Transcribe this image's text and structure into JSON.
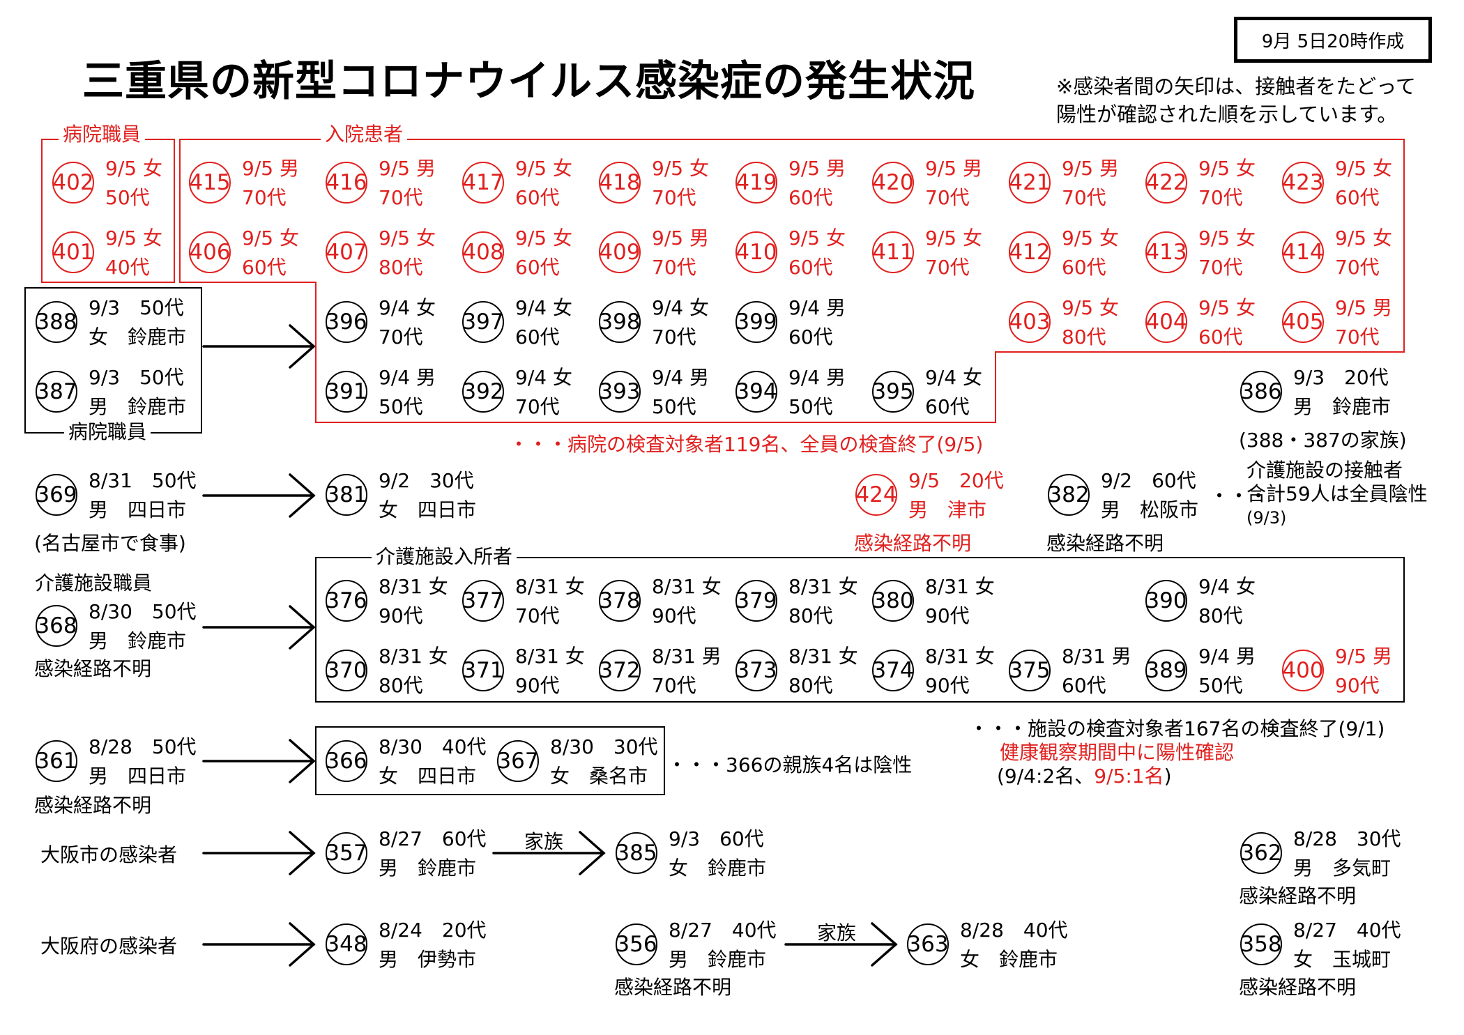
{
  "header": {
    "title": "三重県の新型コロナウイルス感染症の発生状況",
    "date_label": "9月 5日20時作成",
    "note_line1": "※感染者間の矢印は、接触者をたどって",
    "note_line2": "陽性が確認された順を示しています。"
  },
  "colors": {
    "red": "#e0201e",
    "black": "#000000"
  },
  "groups": {
    "hospital_staff_red": "病院職員",
    "inpatients": "入院患者",
    "hospital_staff": "病院職員",
    "care_residents": "介護施設入所者"
  },
  "cases": {
    "c402": {
      "id": "402",
      "l1": "9/5 女",
      "l2": "50代",
      "red": true
    },
    "c401": {
      "id": "401",
      "l1": "9/5 女",
      "l2": "40代",
      "red": true
    },
    "c415": {
      "id": "415",
      "l1": "9/5 男",
      "l2": "70代",
      "red": true
    },
    "c416": {
      "id": "416",
      "l1": "9/5 男",
      "l2": "70代",
      "red": true
    },
    "c417": {
      "id": "417",
      "l1": "9/5 女",
      "l2": "60代",
      "red": true
    },
    "c418": {
      "id": "418",
      "l1": "9/5 女",
      "l2": "70代",
      "red": true
    },
    "c419": {
      "id": "419",
      "l1": "9/5 男",
      "l2": "60代",
      "red": true
    },
    "c420": {
      "id": "420",
      "l1": "9/5 男",
      "l2": "70代",
      "red": true
    },
    "c421": {
      "id": "421",
      "l1": "9/5 男",
      "l2": "70代",
      "red": true
    },
    "c422": {
      "id": "422",
      "l1": "9/5 女",
      "l2": "70代",
      "red": true
    },
    "c423": {
      "id": "423",
      "l1": "9/5 女",
      "l2": "60代",
      "red": true
    },
    "c406": {
      "id": "406",
      "l1": "9/5 女",
      "l2": "60代",
      "red": true
    },
    "c407": {
      "id": "407",
      "l1": "9/5 女",
      "l2": "80代",
      "red": true
    },
    "c408": {
      "id": "408",
      "l1": "9/5 女",
      "l2": "60代",
      "red": true
    },
    "c409": {
      "id": "409",
      "l1": "9/5 男",
      "l2": "70代",
      "red": true
    },
    "c410": {
      "id": "410",
      "l1": "9/5 女",
      "l2": "60代",
      "red": true
    },
    "c411": {
      "id": "411",
      "l1": "9/5 女",
      "l2": "70代",
      "red": true
    },
    "c412": {
      "id": "412",
      "l1": "9/5 女",
      "l2": "60代",
      "red": true
    },
    "c413": {
      "id": "413",
      "l1": "9/5 女",
      "l2": "70代",
      "red": true
    },
    "c414": {
      "id": "414",
      "l1": "9/5 女",
      "l2": "70代",
      "red": true
    },
    "c388": {
      "id": "388",
      "l1": "9/3　50代",
      "l2": "女　鈴鹿市",
      "red": false
    },
    "c387": {
      "id": "387",
      "l1": "9/3　50代",
      "l2": "男　鈴鹿市",
      "red": false
    },
    "c396": {
      "id": "396",
      "l1": "9/4 女",
      "l2": "70代",
      "red": false
    },
    "c397": {
      "id": "397",
      "l1": "9/4 女",
      "l2": "60代",
      "red": false
    },
    "c398": {
      "id": "398",
      "l1": "9/4 女",
      "l2": "70代",
      "red": false
    },
    "c399": {
      "id": "399",
      "l1": "9/4 男",
      "l2": "60代",
      "red": false
    },
    "c403": {
      "id": "403",
      "l1": "9/5 女",
      "l2": "80代",
      "red": true
    },
    "c404": {
      "id": "404",
      "l1": "9/5 女",
      "l2": "60代",
      "red": true
    },
    "c405": {
      "id": "405",
      "l1": "9/5 男",
      "l2": "70代",
      "red": true
    },
    "c391": {
      "id": "391",
      "l1": "9/4 男",
      "l2": "50代",
      "red": false
    },
    "c392": {
      "id": "392",
      "l1": "9/4 女",
      "l2": "70代",
      "red": false
    },
    "c393": {
      "id": "393",
      "l1": "9/4 男",
      "l2": "50代",
      "red": false
    },
    "c394": {
      "id": "394",
      "l1": "9/4 男",
      "l2": "50代",
      "red": false
    },
    "c395": {
      "id": "395",
      "l1": "9/4 女",
      "l2": "60代",
      "red": false
    },
    "c386": {
      "id": "386",
      "l1": "9/3　20代",
      "l2": "男　鈴鹿市",
      "l3": "(388・387の家族)",
      "red": false
    },
    "c369": {
      "id": "369",
      "l1": "8/31　50代",
      "l2": "男　四日市",
      "l3": "(名古屋市で食事)",
      "red": false
    },
    "c381": {
      "id": "381",
      "l1": "9/2　30代",
      "l2": "女　四日市",
      "red": false
    },
    "c424": {
      "id": "424",
      "l1": "9/5　20代",
      "l2": "男　津市",
      "l3": "感染経路不明",
      "red": true
    },
    "c382": {
      "id": "382",
      "l1": "9/2　60代",
      "l2": "男　松阪市",
      "l3": "感染経路不明",
      "red": false
    },
    "c368": {
      "id": "368",
      "l1": "8/30　50代",
      "l2": "男　鈴鹿市",
      "l3": "感染経路不明",
      "red": false
    },
    "c376": {
      "id": "376",
      "l1": "8/31 女",
      "l2": "90代",
      "red": false
    },
    "c377": {
      "id": "377",
      "l1": "8/31 女",
      "l2": "70代",
      "red": false
    },
    "c378": {
      "id": "378",
      "l1": "8/31 女",
      "l2": "90代",
      "red": false
    },
    "c379": {
      "id": "379",
      "l1": "8/31 女",
      "l2": "80代",
      "red": false
    },
    "c380": {
      "id": "380",
      "l1": "8/31 女",
      "l2": "90代",
      "red": false
    },
    "c390": {
      "id": "390",
      "l1": "9/4 女",
      "l2": "80代",
      "red": false
    },
    "c370": {
      "id": "370",
      "l1": "8/31 女",
      "l2": "80代",
      "red": false
    },
    "c371": {
      "id": "371",
      "l1": "8/31 女",
      "l2": "90代",
      "red": false
    },
    "c372": {
      "id": "372",
      "l1": "8/31 男",
      "l2": "70代",
      "red": false
    },
    "c373": {
      "id": "373",
      "l1": "8/31 女",
      "l2": "80代",
      "red": false
    },
    "c374": {
      "id": "374",
      "l1": "8/31 女",
      "l2": "90代",
      "red": false
    },
    "c375": {
      "id": "375",
      "l1": "8/31 男",
      "l2": "60代",
      "red": false
    },
    "c389": {
      "id": "389",
      "l1": "9/4 男",
      "l2": "50代",
      "red": false
    },
    "c400": {
      "id": "400",
      "l1": "9/5 男",
      "l2": "90代",
      "red": true
    },
    "c361": {
      "id": "361",
      "l1": "8/28　50代",
      "l2": "男　四日市",
      "l3": "感染経路不明",
      "red": false
    },
    "c366": {
      "id": "366",
      "l1": "8/30　40代",
      "l2": "女　四日市",
      "red": false
    },
    "c367": {
      "id": "367",
      "l1": "8/30　30代",
      "l2": "女　桑名市",
      "red": false
    },
    "c357": {
      "id": "357",
      "l1": "8/27　60代",
      "l2": "男　鈴鹿市",
      "red": false
    },
    "c385": {
      "id": "385",
      "l1": "9/3　60代",
      "l2": "女　鈴鹿市",
      "red": false
    },
    "c362": {
      "id": "362",
      "l1": "8/28　30代",
      "l2": "男　多気町",
      "l3": "感染経路不明",
      "red": false
    },
    "c348": {
      "id": "348",
      "l1": "8/24　20代",
      "l2": "男　伊勢市",
      "red": false
    },
    "c356": {
      "id": "356",
      "l1": "8/27　40代",
      "l2": "男　鈴鹿市",
      "l3": "感染経路不明",
      "red": false
    },
    "c363": {
      "id": "363",
      "l1": "8/28　40代",
      "l2": "女　鈴鹿市",
      "red": false
    },
    "c358": {
      "id": "358",
      "l1": "8/27　40代",
      "l2": "女　玉城町",
      "l3": "感染経路不明",
      "red": false
    }
  },
  "notes": {
    "hospital_tested": "・・・病院の検査対象者119名、全員の検査終了(9/5)",
    "care_contacts_1": "介護施設の接触者",
    "care_contacts_2": "合計59人は全員陰性",
    "care_contacts_3": "(9/3)",
    "care_staff": "介護施設職員",
    "relatives_366": "・・・366の親族4名は陰性",
    "facility_tested": "・・・施設の検査対象者167名の検査終了(9/1)",
    "health_obs": "健康観察期間中に陽性確認",
    "health_obs_counts_a": "(9/4:2名、",
    "health_obs_counts_b": "9/5:1名",
    "health_obs_counts_c": ")",
    "osaka_city": "大阪市の感染者",
    "osaka_pref": "大阪府の感染者",
    "family_1": "家族",
    "family_2": "家族"
  }
}
